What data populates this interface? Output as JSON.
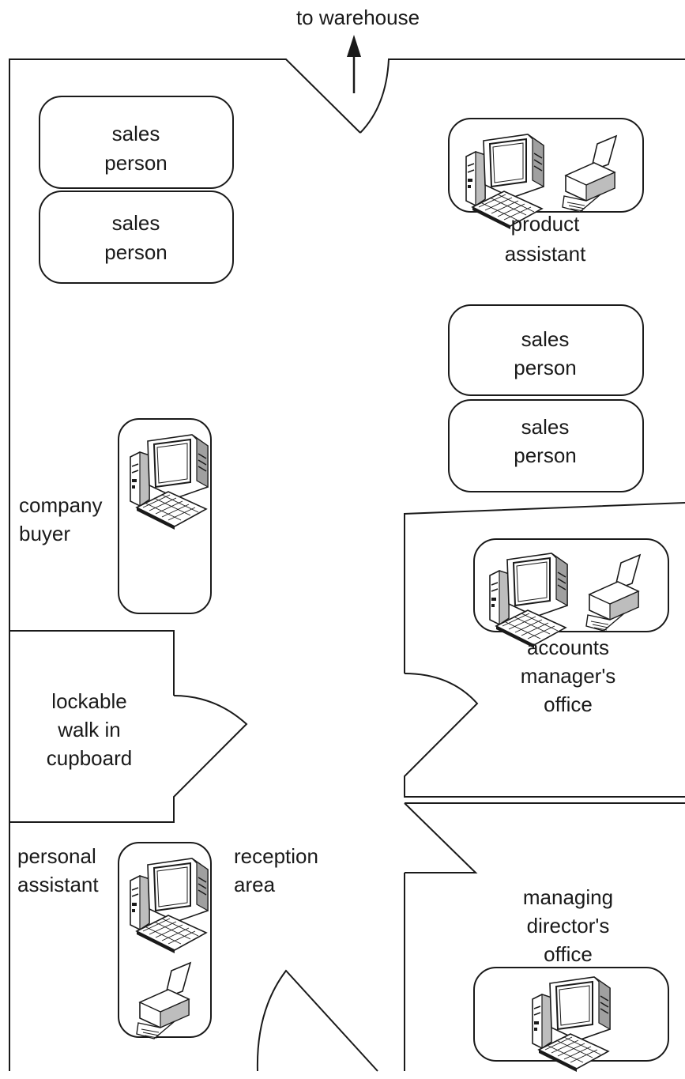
{
  "exit": {
    "label": "to warehouse"
  },
  "desks": {
    "sales_1": {
      "line1": "sales",
      "line2": "person"
    },
    "sales_2": {
      "line1": "sales",
      "line2": "person"
    },
    "sales_3": {
      "line1": "sales",
      "line2": "person"
    },
    "sales_4": {
      "line1": "sales",
      "line2": "person"
    }
  },
  "labels": {
    "product_assistant": [
      "product",
      "assistant"
    ],
    "company_buyer": [
      "company",
      "buyer"
    ],
    "cupboard": [
      "lockable",
      "walk in",
      "cupboard"
    ],
    "accounts_office": [
      "accounts",
      "manager's",
      "office"
    ],
    "personal_assistant": [
      "personal",
      "assistant"
    ],
    "reception": [
      "reception",
      "area"
    ],
    "managing_office": [
      "managing",
      "director's",
      "office"
    ]
  },
  "icons": {
    "computer": "desktop-computer-icon",
    "printer": "printer-icon"
  },
  "colors": {
    "line": "#1a1a1a",
    "background": "#ffffff"
  }
}
